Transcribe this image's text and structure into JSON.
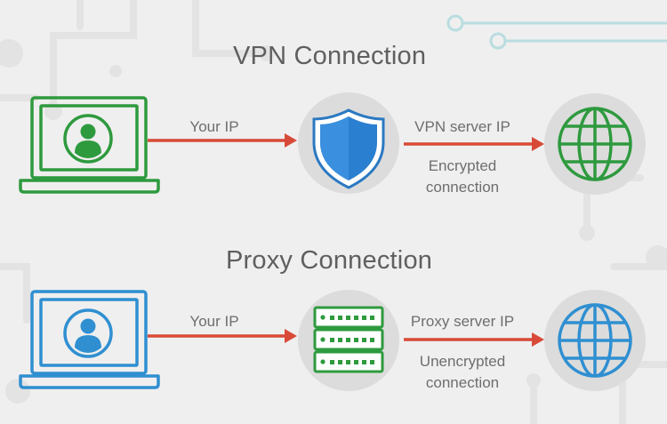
{
  "colors": {
    "background": "#efefef",
    "vpn_accent": "#2e9a3e",
    "proxy_accent": "#2f8fd1",
    "arrow": "#d84a38",
    "node_circle": "#dcdcdc",
    "decor_circuit": "#e4e4e4",
    "decor_teal": "#b7dde0"
  },
  "vpn": {
    "title": "VPN Connection",
    "device_icon": "laptop-user-icon",
    "relay_icon": "shield-icon",
    "destination_icon": "globe-icon",
    "label_left": "Your IP",
    "label_right": "VPN server IP",
    "note_line1": "Encrypted",
    "note_line2": "connection"
  },
  "proxy": {
    "title": "Proxy Connection",
    "device_icon": "laptop-user-icon",
    "relay_icon": "server-icon",
    "destination_icon": "globe-icon",
    "label_left": "Your IP",
    "label_right": "Proxy server IP",
    "note_line1": "Unencrypted",
    "note_line2": "connection"
  }
}
